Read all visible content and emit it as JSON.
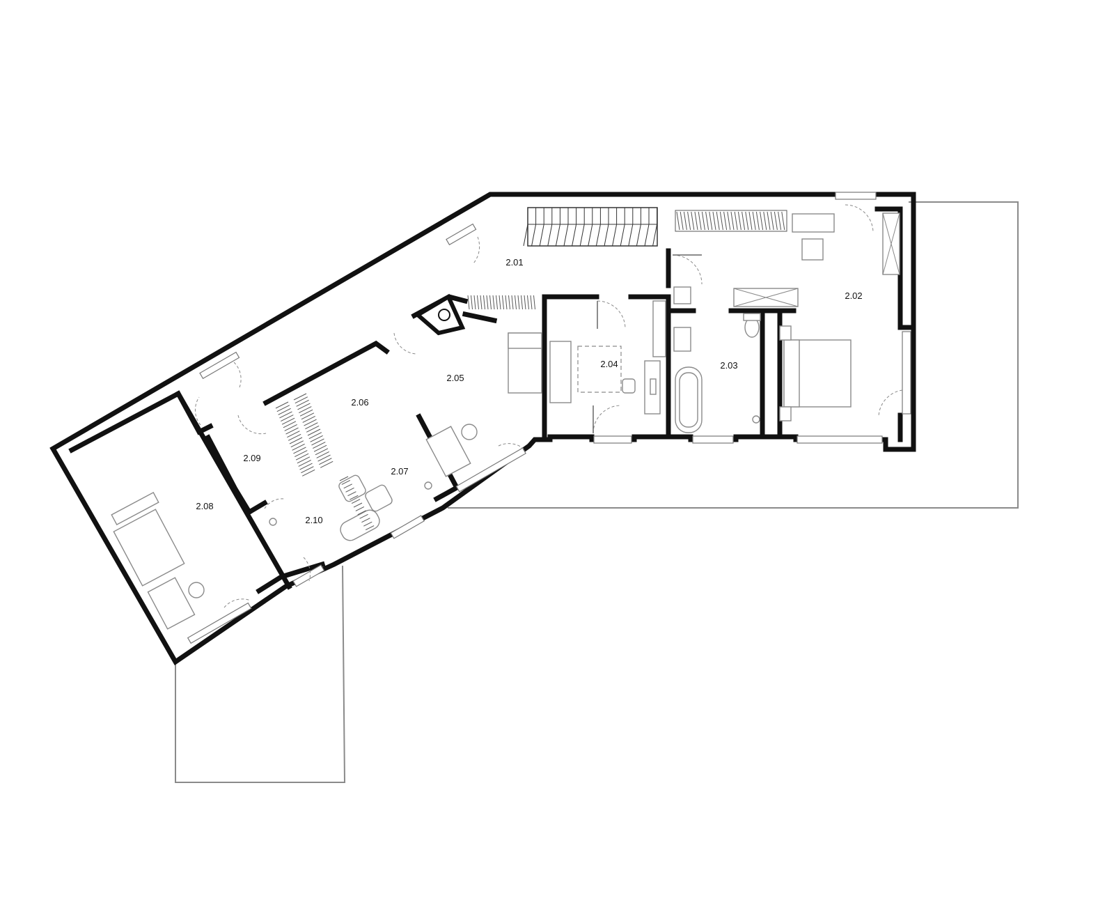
{
  "rooms": [
    {
      "id": "2.01"
    },
    {
      "id": "2.02"
    },
    {
      "id": "2.03"
    },
    {
      "id": "2.04"
    },
    {
      "id": "2.05"
    },
    {
      "id": "2.06"
    },
    {
      "id": "2.07"
    },
    {
      "id": "2.08"
    },
    {
      "id": "2.09"
    },
    {
      "id": "2.10"
    }
  ],
  "colors": {
    "wall": "#111111",
    "furniture": "#8a8a8a",
    "terrace_outline": "#8a8a8a",
    "background": "#ffffff"
  }
}
